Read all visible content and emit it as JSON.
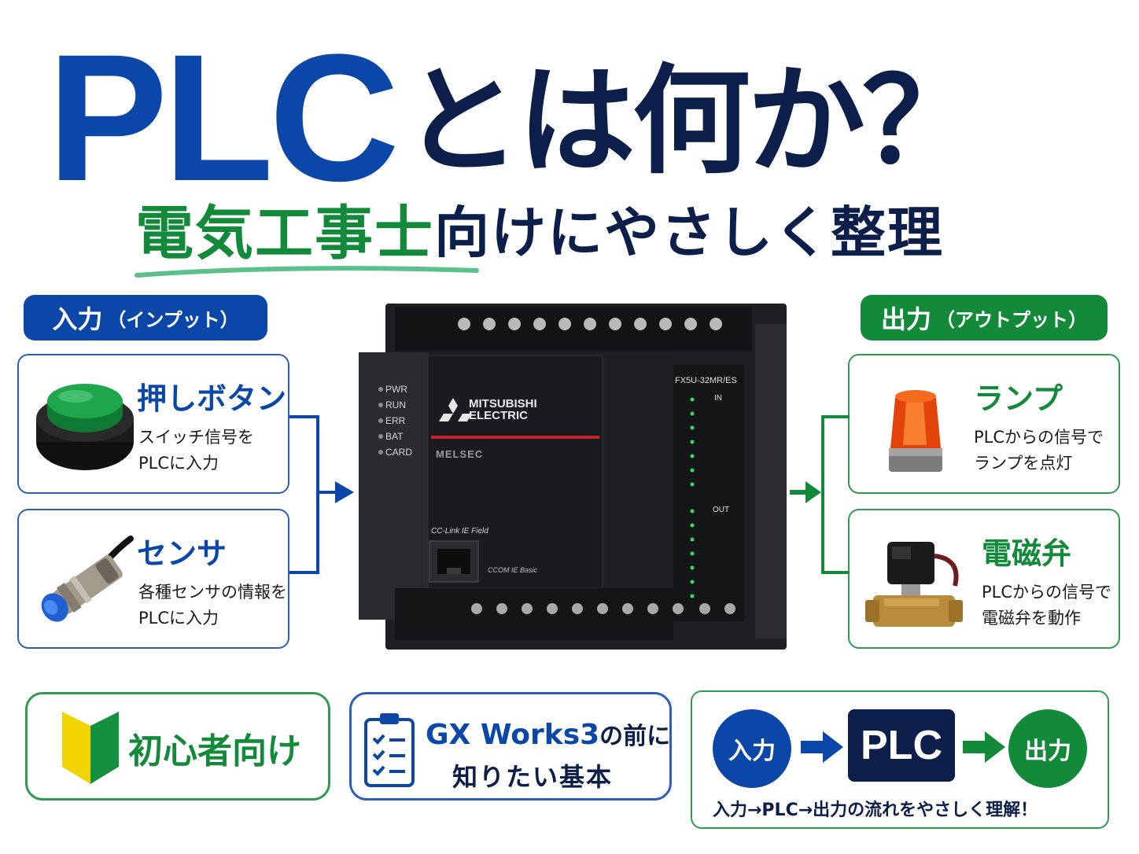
{
  "title": {
    "plc": "PLC",
    "rest": "とは何か？"
  },
  "subtitle": {
    "green": "電気工事士",
    "navy": "向けにやさしく整理"
  },
  "input_section": {
    "label": "入力",
    "sub": "（インプット）"
  },
  "output_section": {
    "label": "出力",
    "sub": "（アウトプット）"
  },
  "inputs": [
    {
      "title": "押しボタン",
      "line1": "スイッチ信号を",
      "line2": "PLCに入力"
    },
    {
      "title": "センサ",
      "line1": "各種センサの情報を",
      "line2": "PLCに入力"
    }
  ],
  "outputs": [
    {
      "title": "ランプ",
      "line1": "PLCからの信号で",
      "line2": "ランプを点灯"
    },
    {
      "title": "電磁弁",
      "line1": "PLCからの信号で",
      "line2": "電磁弁を動作"
    }
  ],
  "device": {
    "brand_line1": "MITSUBISHI",
    "brand_line2": "ELECTRIC",
    "series": "MELSEC",
    "model": "FX5U-32MR/ES",
    "leds": [
      "PWR",
      "RUN",
      "ERR",
      "BAT",
      "CARD"
    ],
    "port_label": "CC-Link IE Field",
    "comm_label": "CCOM IE Basic",
    "in_label": "IN",
    "out_label": "OUT"
  },
  "bottom": {
    "beginner": "初心者向け",
    "gx_line1_main": "GX Works3",
    "gx_line1_tail": "の前に",
    "gx_line2": "知りたい基本",
    "flow_in": "入力",
    "flow_plc": "PLC",
    "flow_out": "出力",
    "flow_caption": "入力→PLC→出力の流れをやさしく理解！"
  },
  "colors": {
    "blue": "#0b47a8",
    "navy": "#0b1f4a",
    "green": "#138a3a"
  }
}
